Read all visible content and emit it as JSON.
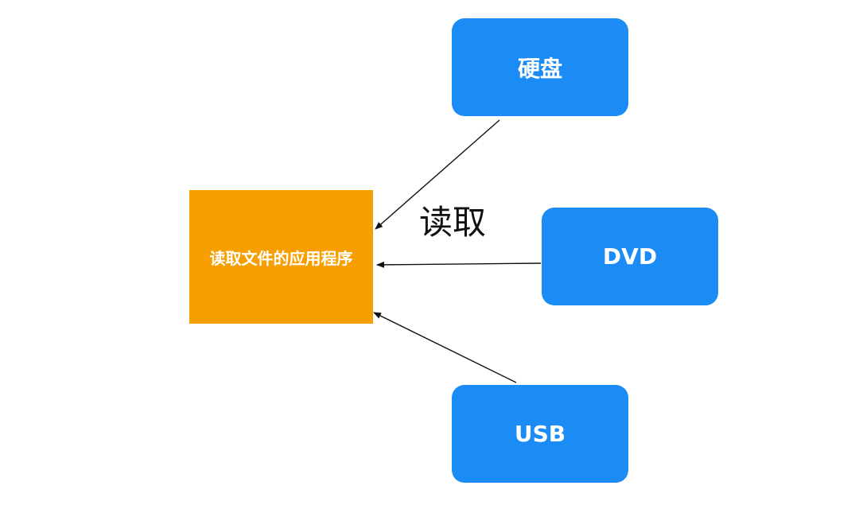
{
  "nodes": {
    "app": {
      "label": "读取文件的应用程序",
      "color": "#f79e00"
    },
    "hdd": {
      "label": "硬盘",
      "color": "#1b8cf5"
    },
    "dvd": {
      "label": "DVD",
      "color": "#1b8cf5"
    },
    "usb": {
      "label": "USB",
      "color": "#1b8cf5"
    }
  },
  "edges": [
    {
      "from": "hdd",
      "to": "app"
    },
    {
      "from": "dvd",
      "to": "app"
    },
    {
      "from": "usb",
      "to": "app"
    }
  ],
  "edge_label": "读取"
}
